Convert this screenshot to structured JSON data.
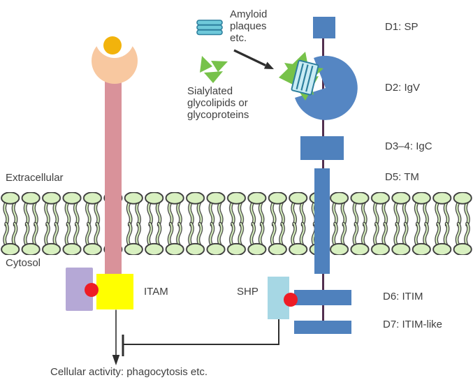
{
  "labels": {
    "extracellular": "Extracellular",
    "cytosol": "Cytosol",
    "amyloid": "Amyloid\nplaques\netc.",
    "sialylated": "Sialylated\nglycolipids or\nglycoproteins",
    "itam": "ITAM",
    "shp": "SHP",
    "cellular_activity": "Cellular activity: phagocytosis etc."
  },
  "domains": {
    "d1": "D1: SP",
    "d2": "D2: IgV",
    "d3_4": "D3–4: IgC",
    "d5": "D5: TM",
    "d6": "D6: ITIM",
    "d7": "D7: ITIM-like"
  },
  "icons": {
    "amyloid_plaques_icon": "three stacked teal fibril bars",
    "sialylated_ligand_icon": "cluster of green triangles",
    "bound_ligand_icon": "green triangles with striped amyloid fibril in receptor notch",
    "phospho_dot_icon": "red circle",
    "inhibition_tbar_icon": "T-bar blunt arrow",
    "activation_arrow_icon": "downward arrow"
  },
  "colors": {
    "background": "#ffffff",
    "text": "#3f3f3f",
    "receptor_blue": "#4f81bd",
    "pacman_blue": "#5586c3",
    "stalk_pink": "#d9929a",
    "cup_peach": "#f8c8a0",
    "ligand_gold": "#f2b30c",
    "itam_yellow": "#ffff00",
    "purple_box": "#b5a8d6",
    "shp_cyan": "#a6d7e4",
    "red_dot": "#ee1c25",
    "lipid_fill": "#d8f0c0",
    "lipid_stroke": "#3c3c3c",
    "teal_fill": "#6fc9da",
    "teal_light": "#c9ecf4",
    "teal_stroke": "#2d7f9d",
    "triangle_green": "#77c24a",
    "connector_purple": "#533050",
    "line_black": "#2e2e2e"
  }
}
